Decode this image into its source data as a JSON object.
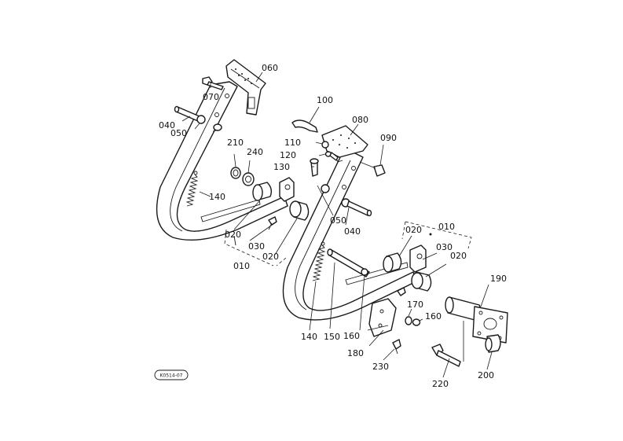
{
  "diagram": {
    "reference_code": "K0514-07",
    "callouts": {
      "p060": "060",
      "p070": "070",
      "p040a": "040",
      "p050a": "050",
      "p210": "210",
      "p240": "240",
      "p140a": "140",
      "p020a": "020",
      "p030a": "030",
      "p010a": "010",
      "p020b": "020",
      "p100": "100",
      "p080": "080",
      "p110": "110",
      "p090": "090",
      "p120": "120",
      "p130": "130",
      "p050b": "050",
      "p040b": "040",
      "p020c": "020",
      "p010b": "010",
      "p030b": "030",
      "p020d": "020",
      "p190": "190",
      "p170": "170",
      "p160a": "160",
      "p140b": "140",
      "p150": "150",
      "p160b": "160",
      "p180": "180",
      "p230": "230",
      "p220": "220",
      "p200": "200"
    }
  }
}
